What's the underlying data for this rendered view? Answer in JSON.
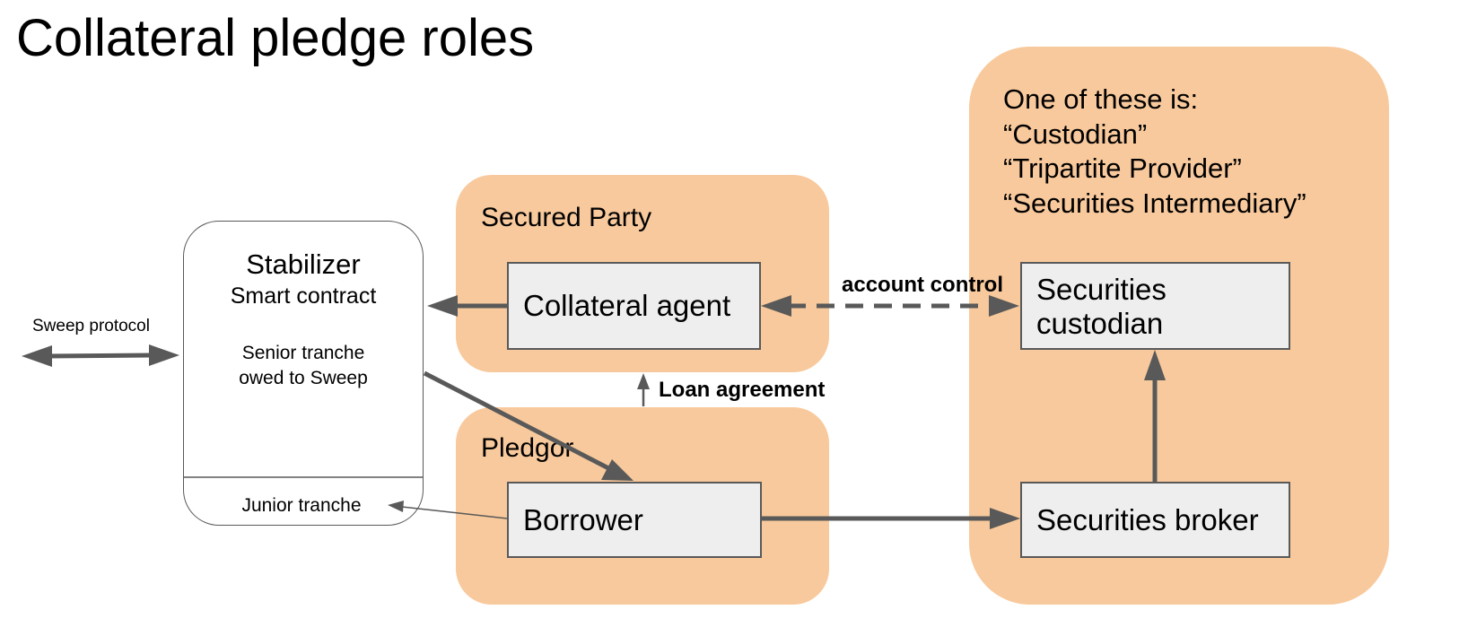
{
  "title": "Collateral pledge roles",
  "groups": {
    "secured_party": "Secured Party",
    "pledgor": "Pledgor",
    "intermediary_note": [
      "One of these is:",
      "“Custodian”",
      "“Tripartite Provider”",
      "“Securities Intermediary”"
    ]
  },
  "boxes": {
    "collateral_agent": "Collateral agent",
    "borrower": "Borrower",
    "securities_custodian": [
      "Securities",
      "custodian"
    ],
    "securities_broker": "Securities broker"
  },
  "stabilizer": {
    "title": "Stabilizer",
    "subtitle": "Smart contract",
    "senior": [
      "Senior tranche",
      "owed to Sweep"
    ],
    "junior": "Junior tranche"
  },
  "edge_labels": {
    "sweep": "Sweep protocol",
    "account_control": "account control",
    "loan_agreement": "Loan agreement"
  },
  "colors": {
    "group_fill": "#f8c99c",
    "box_fill": "#eeeeee",
    "stroke": "#595959"
  }
}
